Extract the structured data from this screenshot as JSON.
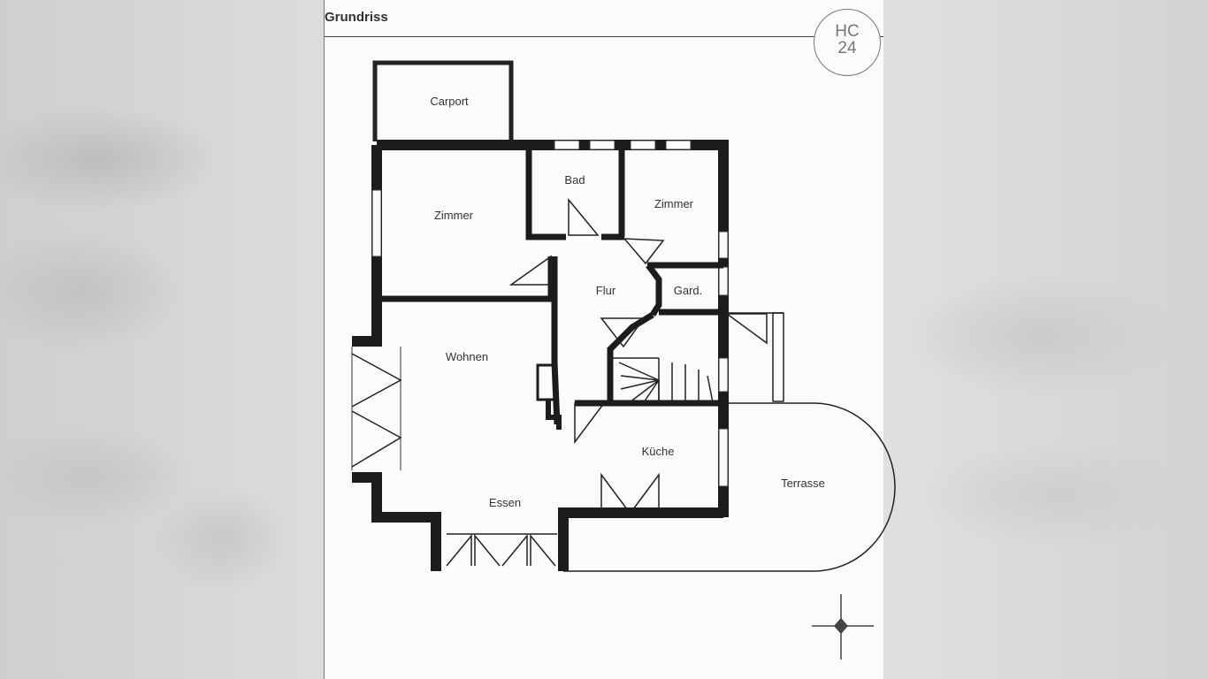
{
  "page": {
    "title": "Grundriss"
  },
  "logo": {
    "top": "HC",
    "bottom": "24"
  },
  "rooms": {
    "carport": "Carport",
    "bad": "Bad",
    "zimmer1": "Zimmer",
    "zimmer2": "Zimmer",
    "flur": "Flur",
    "gard": "Gard.",
    "wohnen": "Wohnen",
    "kueche": "Küche",
    "essen": "Essen",
    "terrasse": "Terrasse"
  }
}
